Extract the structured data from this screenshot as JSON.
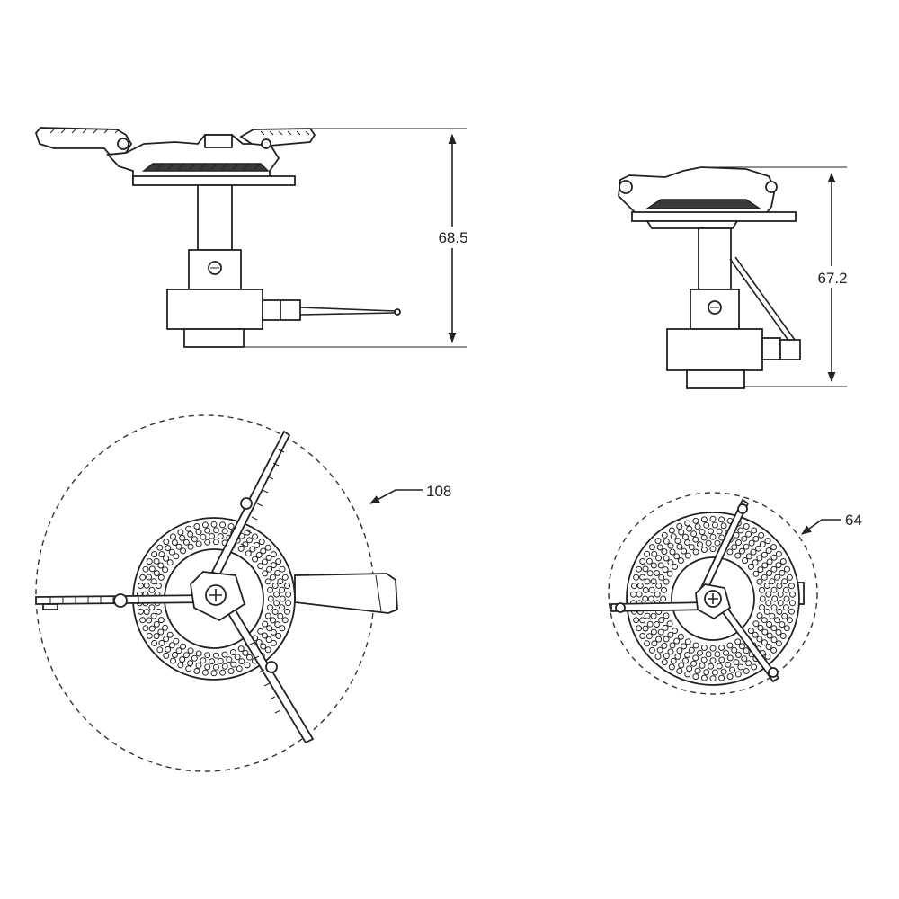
{
  "dimensions": {
    "height_large": "68.5",
    "height_compact": "67.2",
    "span_large": "108",
    "span_compact": "64"
  },
  "colors": {
    "line": "#222222",
    "background": "#ffffff"
  }
}
